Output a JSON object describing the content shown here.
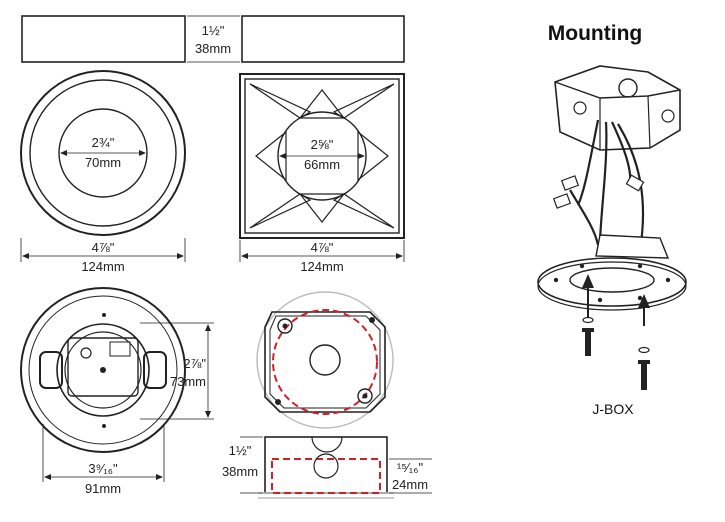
{
  "section_title": "Mounting",
  "jbox_label": "J-BOX",
  "dimensions": {
    "height_frac": "1½\"",
    "height_mm": "38mm",
    "round_aperture_frac": "2¾\"",
    "round_aperture_mm": "70mm",
    "square_aperture_frac": "2⅝\"",
    "square_aperture_mm": "66mm",
    "round_width_frac": "4⅞\"",
    "round_width_mm": "124mm",
    "square_width_frac": "4⅞\"",
    "square_width_mm": "124mm",
    "back_height_frac": "2⅞\"",
    "back_height_mm": "73mm",
    "back_width_frac": "3⁹⁄₁₆\"",
    "back_width_mm": "91mm",
    "jbox_height_frac": "1½\"",
    "jbox_height_mm": "38mm",
    "jbox_depth_frac": "¹⁵⁄₁₆\"",
    "jbox_depth_mm": "24mm"
  },
  "colors": {
    "line": "#222222",
    "accent_dashed": "#d0202a",
    "guide": "#bbbbbb"
  }
}
